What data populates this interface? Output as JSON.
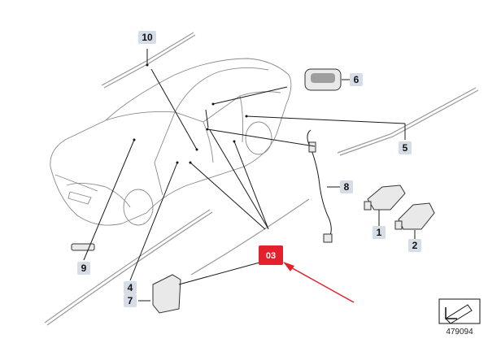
{
  "callouts": {
    "c1": "1",
    "c2": "2",
    "c4": "4",
    "c5": "5",
    "c6": "6",
    "c7": "7",
    "c8": "8",
    "c9": "9",
    "c10": "10"
  },
  "highlight": {
    "label": "03",
    "color": "#e3202c",
    "arrow_color": "#e3202c"
  },
  "diagram_number": "479094",
  "colors": {
    "label_bg": "#d7dde6",
    "lines": "#1a1a1a"
  },
  "icons": [
    "car-outline-icon",
    "nav-arrow-icon"
  ]
}
